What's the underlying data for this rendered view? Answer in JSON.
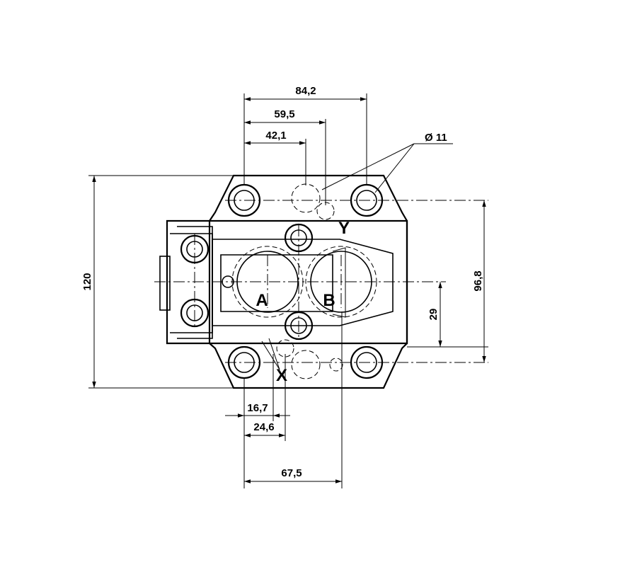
{
  "dimensions": {
    "d_84_2": "84,2",
    "d_59_5": "59,5",
    "d_42_1": "42,1",
    "d_hole": "Ø 11",
    "d_120": "120",
    "d_96_8": "96,8",
    "d_29": "29",
    "d_16_7": "16,7",
    "d_24_6": "24,6",
    "d_67_5": "67,5"
  },
  "ports": {
    "A": "A",
    "B": "B",
    "X": "X",
    "Y": "Y"
  }
}
